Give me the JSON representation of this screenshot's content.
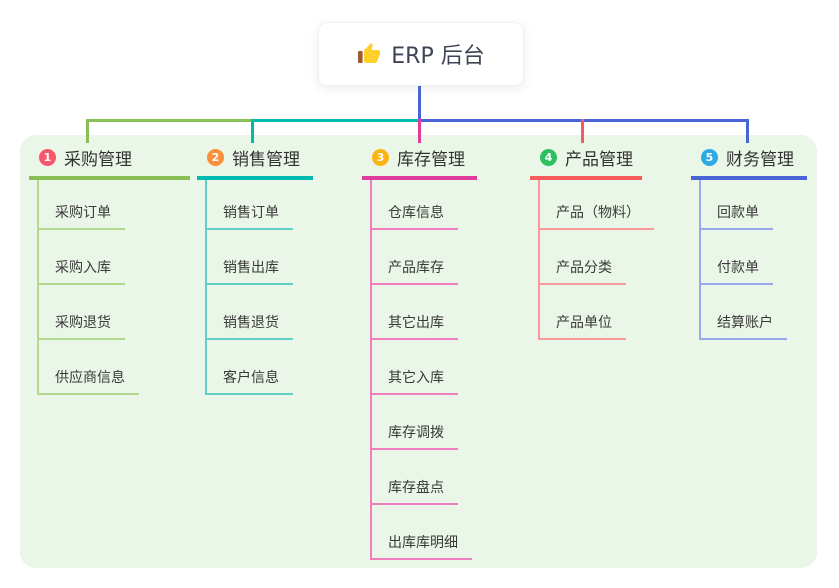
{
  "root": {
    "label": "ERP 后台",
    "icon": "thumbs-up-icon",
    "connector_color": "#4a63d9",
    "icon_hand_color": "#fdd02c",
    "icon_cuff_color": "#9c5b34"
  },
  "branches": [
    {
      "num": "1",
      "label": "采购管理",
      "num_color": "#f8566c",
      "line_color": "#88c057",
      "child_line_color": "#b3d98d",
      "children": [
        "采购订单",
        "采购入库",
        "采购退货",
        "供应商信息"
      ]
    },
    {
      "num": "2",
      "label": "销售管理",
      "num_color": "#fb8f3c",
      "line_color": "#00bcb0",
      "child_line_color": "#5fd0c6",
      "children": [
        "销售订单",
        "销售出库",
        "销售退货",
        "客户信息"
      ]
    },
    {
      "num": "3",
      "label": "库存管理",
      "num_color": "#fcb415",
      "line_color": "#e03c9b",
      "child_line_color": "#f07fc0",
      "children": [
        "仓库信息",
        "产品库存",
        "其它出库",
        "其它入库",
        "库存调拨",
        "库存盘点",
        "出库库明细"
      ]
    },
    {
      "num": "4",
      "label": "产品管理",
      "num_color": "#2ec05f",
      "line_color": "#f85b5e",
      "child_line_color": "#fa9a9c",
      "children": [
        "产品（物料）",
        "产品分类",
        "产品单位"
      ]
    },
    {
      "num": "5",
      "label": "财务管理",
      "num_color": "#2aabe4",
      "line_color": "#4a63d9",
      "child_line_color": "#97a9ea",
      "children": [
        "回款单",
        "付款单",
        "结算账户"
      ]
    }
  ],
  "canvas": {
    "panel_bg": "#eaf6e7",
    "page_bg": "#ffffff",
    "text_color": "#3a3a3a",
    "root_text_color": "#3d4453"
  }
}
